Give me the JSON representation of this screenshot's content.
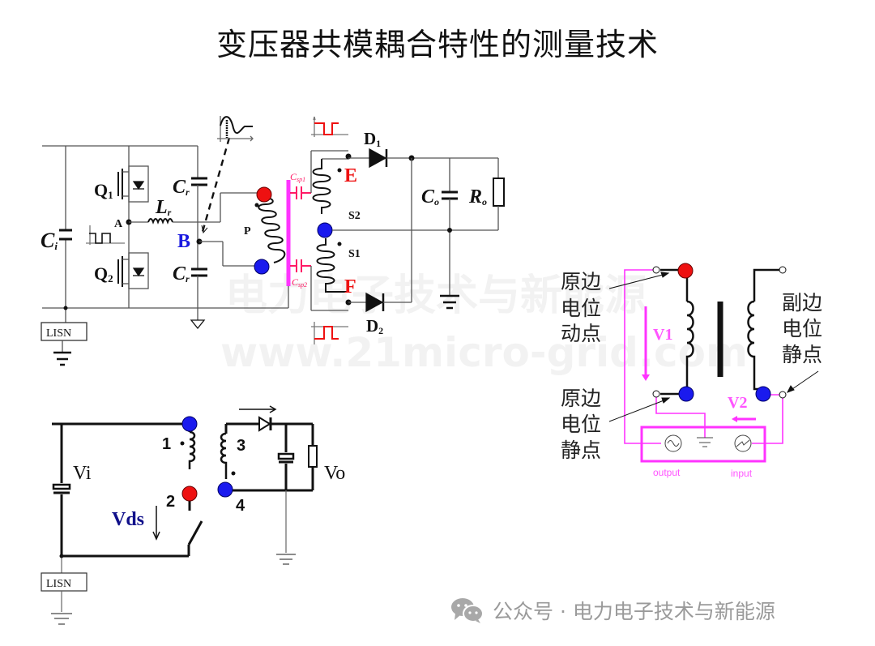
{
  "title": "变压器共模耦合特性的测量技术",
  "watermark": {
    "line1": "电力电子技术与新能源",
    "line2": "www.21micro-grid.com"
  },
  "circuit_top": {
    "labels": {
      "ci": "C",
      "ci_sub": "i",
      "q1": "Q",
      "q1_sub": "1",
      "q2": "Q",
      "q2_sub": "2",
      "cr_top": "C",
      "cr_top_sub": "r",
      "cr_bot": "C",
      "cr_bot_sub": "r",
      "lr": "L",
      "lr_sub": "r",
      "node_a": "A",
      "node_b": "B",
      "primary": "P",
      "csp1": "C",
      "csp1_sub": "sp1",
      "csp2": "C",
      "csp2_sub": "sp2",
      "node_e": "E",
      "node_f": "F",
      "s2": "S2",
      "s1": "S1",
      "d1": "D",
      "d1_sub": "1",
      "d2": "D",
      "d2_sub": "2",
      "co": "C",
      "co_sub": "o",
      "ro": "R",
      "ro_sub": "o",
      "lisn": "LISN"
    }
  },
  "circuit_bottom": {
    "labels": {
      "vi": "Vi",
      "vo": "Vo",
      "vds": "Vds",
      "pin1": "1",
      "pin2": "2",
      "pin3": "3",
      "pin4": "4",
      "lisn": "LISN"
    }
  },
  "measurement": {
    "primary_dynamic": [
      "原边",
      "电位",
      "动点"
    ],
    "primary_static": [
      "原边",
      "电位",
      "静点"
    ],
    "secondary_static": [
      "副边",
      "电位",
      "静点"
    ],
    "v1": "V1",
    "v2": "V2",
    "output_label": "output",
    "input_label": "input"
  },
  "colors": {
    "magenta": "#ff33ff",
    "red_dot": "#ee1111",
    "blue_dot": "#1a1aee",
    "node_b": "#1a1ae0",
    "csp": "#ff1a66",
    "ef_red": "#ee1111",
    "vds_blue": "#10108a"
  },
  "footer": {
    "icon": "wechat-icon",
    "text": "公众号 · 电力电子技术与新能源"
  }
}
